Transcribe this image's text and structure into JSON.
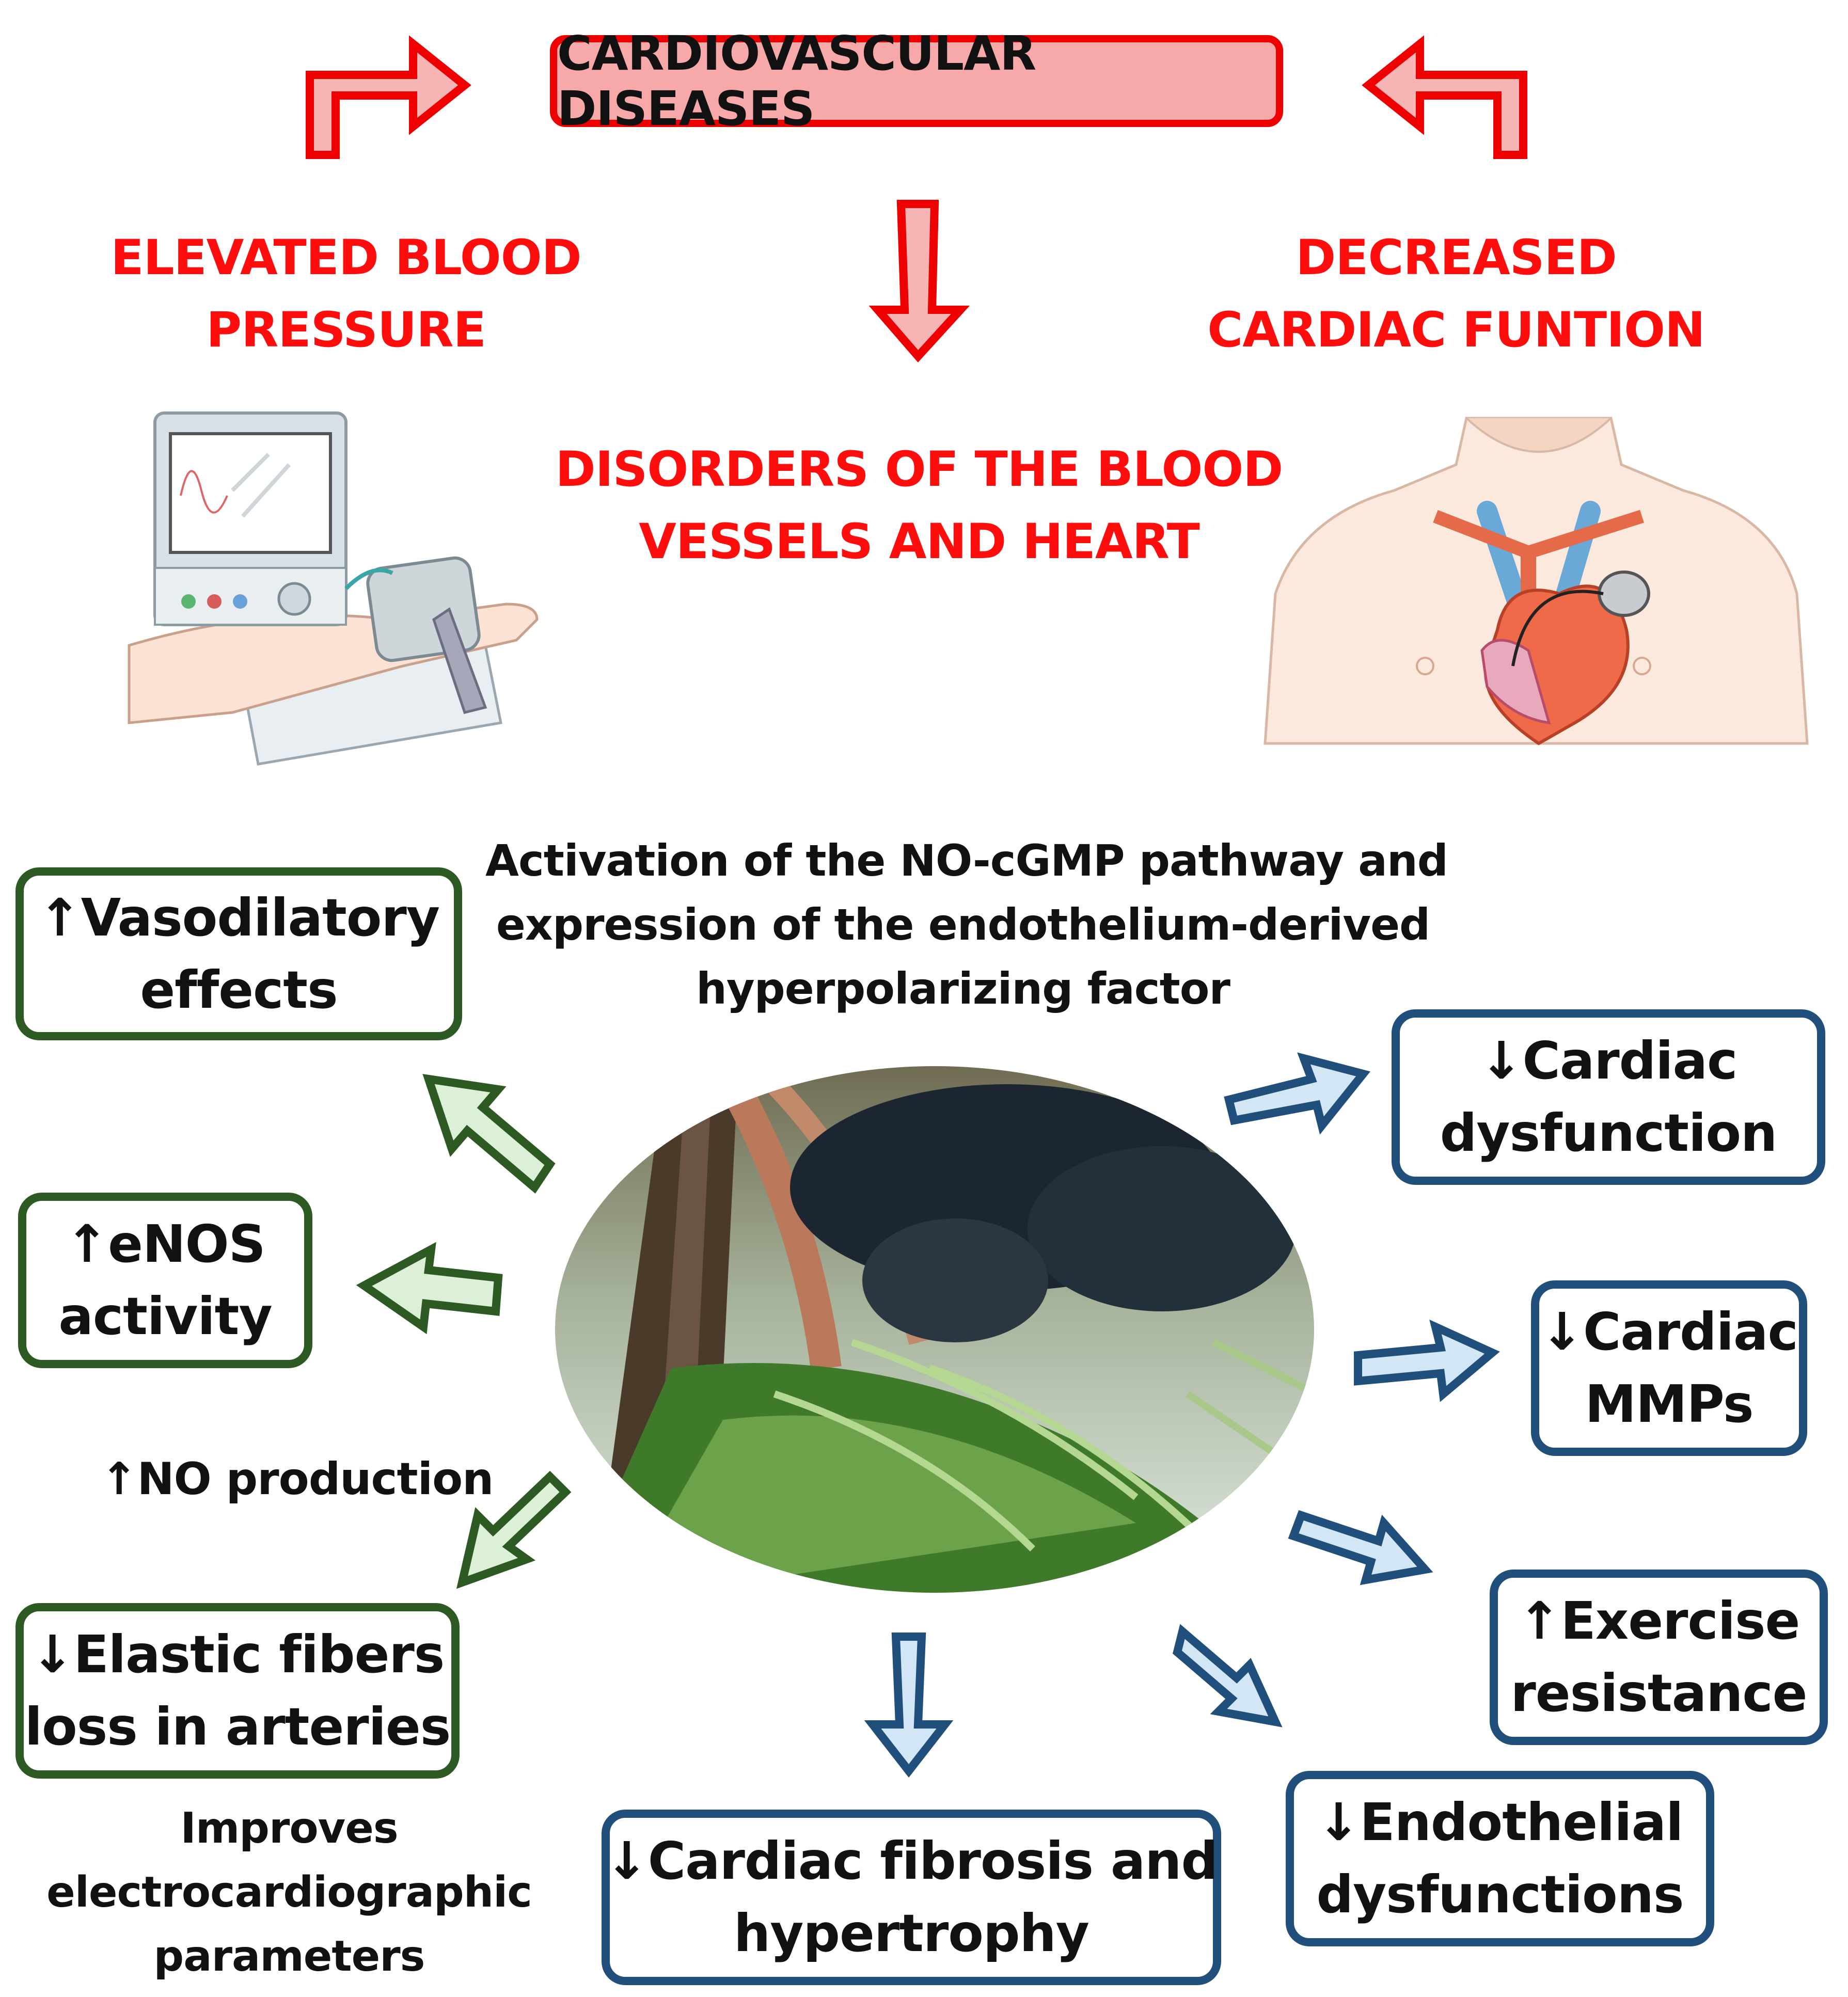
{
  "header": {
    "title": "CARDIOVASCULAR DISEASES"
  },
  "left_condition": {
    "line1": "ELEVATED BLOOD",
    "line2": "PRESSURE"
  },
  "right_condition": {
    "line1": "DECREASED",
    "line2": "CARDIAC FUNTION"
  },
  "center_condition": {
    "line1": "DISORDERS OF THE BLOOD",
    "line2": "VESSELS AND HEART"
  },
  "mechanism": {
    "line1": "Activation of the  NO-cGMP pathway and",
    "line2": "expression of the endothelium-derived",
    "line3": "hyperpolarizing factor"
  },
  "green_effects": [
    {
      "line1": "↑Vasodilatory",
      "line2": "effects"
    },
    {
      "line1": "↑eNOS",
      "line2": "activity"
    },
    {
      "line1": "↓Elastic fibers",
      "line2": "loss in arteries"
    }
  ],
  "no_production": "↑NO production",
  "improves": {
    "line1": "Improves",
    "line2": "electrocardiographic",
    "line3": "parameters"
  },
  "blue_effects": [
    {
      "line1": "↓Cardiac",
      "line2": "dysfunction"
    },
    {
      "line1": "↓Cardiac",
      "line2": "MMPs"
    },
    {
      "line1": "↑Exercise",
      "line2": "resistance"
    },
    {
      "line1": "↓Endothelial",
      "line2": "dysfunctions"
    },
    {
      "line1": "↓Cardiac fibrosis and",
      "line2": "hypertrophy"
    }
  ],
  "colors": {
    "red": "#ff0d0d",
    "green_border": "#2d5a23",
    "green_fill": "#dcefd7",
    "blue_border": "#1f4f7a",
    "blue_fill": "#d3e6f5"
  }
}
